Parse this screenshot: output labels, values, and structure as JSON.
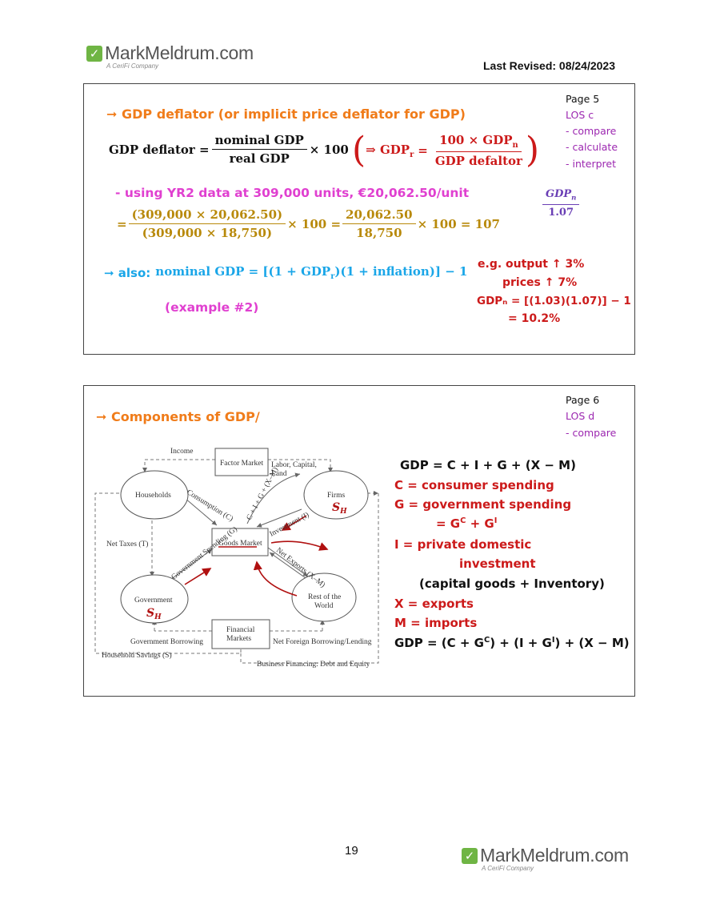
{
  "header": {
    "brand": "MarkMeldrum.com",
    "brand_sub": "A CeriFi Company",
    "revised": "Last Revised: 08/24/2023"
  },
  "slide5": {
    "page": "Page 5",
    "los": "LOS c",
    "los_items": [
      "- compare",
      "- calculate",
      "- interpret"
    ],
    "heading": "➞ GDP deflator (or implicit price deflator for GDP)",
    "formula": {
      "lhs": "GDP deflator =",
      "num": "nominal GDP",
      "den": "real GDP",
      "times": "× 100",
      "implies": "⇒ GDP",
      "implies_sub": "r",
      "implies_eq": "=",
      "r_num": "100 × GDP",
      "r_num_sub": "n",
      "r_den": "GDP defaltor"
    },
    "using": "- using YR2 data at 309,000 units, €20,062.50/unit",
    "side_frac": {
      "num": "GDP",
      "num_sub": "n",
      "den": "1.07"
    },
    "calc": {
      "eq": "=",
      "num1": "(309,000 × 20,062.50)",
      "den1": "(309,000 × 18,750)",
      "mid": "× 100 =",
      "num2": "20,062.50",
      "den2": "18,750",
      "end": "× 100 = 107"
    },
    "also_label": "➞ also:",
    "also_formula": "nominal GDP = [(1 + GDP",
    "also_sub": "r",
    "also_rest": ")(1 + inflation)] − 1",
    "example": "(example #2)",
    "eg": [
      "e.g. output ↑ 3%",
      "prices ↑ 7%",
      "GDPₙ = [(1.03)(1.07)] − 1",
      "= 10.2%"
    ]
  },
  "slide6": {
    "page": "Page 6",
    "los": "LOS d",
    "los_items": [
      "- compare"
    ],
    "heading": "➞ Components of GDP/",
    "diagram": {
      "income": "Income",
      "factor_market": "Factor Market",
      "labor": "Labor, Capital,",
      "land": "Land",
      "households": "Households",
      "firms": "Firms",
      "consumption": "Consumption (C)",
      "c_ig": "C + I + G + (X–M)",
      "investment": "Investment (I)",
      "goods_market": "Goods Market",
      "net_taxes": "Net Taxes (T)",
      "gov_spending": "Government Spending (G)",
      "net_exports": "Net Exports (X–M)",
      "government": "Government",
      "rest1": "Rest of the",
      "rest2": "World",
      "financial1": "Financial",
      "financial2": "Markets",
      "gov_borrowing": "Government Borrowing",
      "net_foreign": "Net Foreign Borrowing/Lending",
      "household_savings": "Household Savings (S)",
      "business_financing": "Business Financing: Debt and Equity",
      "sh": "S",
      "sh_sub": "H"
    },
    "lines": [
      {
        "text": "GDP = C + I + G + (X − M)"
      },
      {
        "text": "C = consumer spending"
      },
      {
        "text": "G = government spending"
      },
      {
        "text": "= G"
      },
      {
        "text": "I = private domestic"
      },
      {
        "text": "investment"
      },
      {
        "text": "(capital goods + Inventory)"
      },
      {
        "text": "X = exports"
      },
      {
        "text": "M = imports"
      },
      {
        "text": "GDP = (C + G"
      }
    ],
    "gcgi": {
      "gc_sup": "C",
      "plus": " + G",
      "gi_sup": "I"
    },
    "last": {
      "sup1": "C",
      "mid": ") + (I + G",
      "sup2": "I",
      "end": ") + (X − M)"
    }
  },
  "footer": {
    "page_number": "19"
  }
}
